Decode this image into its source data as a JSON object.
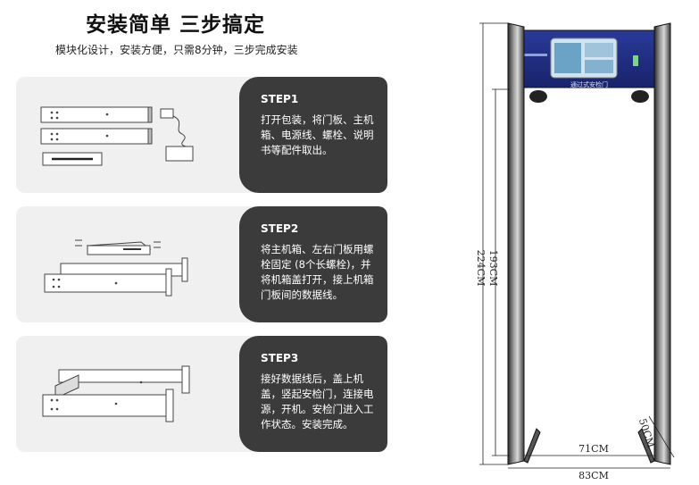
{
  "header": {
    "title": "安装简单 三步搞定",
    "subtitle": "模块化设计，安装方便，只需8分钟，三步完成安装"
  },
  "steps": [
    {
      "label": "STEP1",
      "text": "打开包装，将门板、主机箱、电源线、螺栓、说明书等配件取出。"
    },
    {
      "label": "STEP2",
      "text": "将主机箱、左右门板用螺栓固定 (8个长螺栓)，并将机箱盖打开，接上机箱门板间的数据线。"
    },
    {
      "label": "STEP3",
      "text": "接好数据线后，盖上机盖，竖起安检门，连接电源，开机。安检门进入工作状态。安装完成。"
    }
  ],
  "gate": {
    "panel_text": "通过式安检门",
    "dim_height_outer": "224CM",
    "dim_height_inner": "193CM",
    "dim_width_inner": "71CM",
    "dim_width_outer": "83CM",
    "dim_depth": "50CM"
  },
  "colors": {
    "dark_panel": "#3b3b3b",
    "card_bg": "#f0f0f0",
    "gate_blue": "#1f2f86"
  }
}
